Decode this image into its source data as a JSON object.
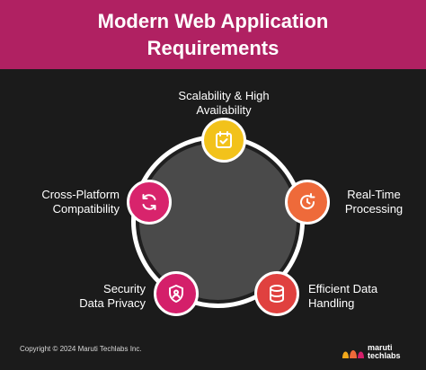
{
  "header": {
    "title_line1": "Modern Web Application",
    "title_line2": "Requirements",
    "color": "#b02162"
  },
  "diagram": {
    "center_color": "#4a4a4a",
    "ring_color": "#ffffff",
    "items": [
      {
        "line1": "Scalability & High",
        "line2": "Availability",
        "icon": "calendar-check-icon",
        "color": "#f2c21b"
      },
      {
        "line1": "Real-Time",
        "line2": "Processing",
        "icon": "refresh-clock-icon",
        "color": "#ee6a3a"
      },
      {
        "line1": "Efficient Data",
        "line2": "Handling",
        "icon": "database-icon",
        "color": "#e0413f"
      },
      {
        "line1": "Security",
        "line2": "Data Privacy",
        "icon": "shield-user-icon",
        "color": "#d41f6a"
      },
      {
        "line1": "Cross-Platform",
        "line2": "Compatibility",
        "icon": "sync-icon",
        "color": "#d8246c"
      }
    ]
  },
  "footer": {
    "copyright": "Copyright © 2024 Maruti Techlabs Inc.",
    "brand_line1": "maruti",
    "brand_line2": "techlabs",
    "logo_colors": [
      "#f2a81b",
      "#ee6a3a",
      "#d41f6a"
    ]
  }
}
